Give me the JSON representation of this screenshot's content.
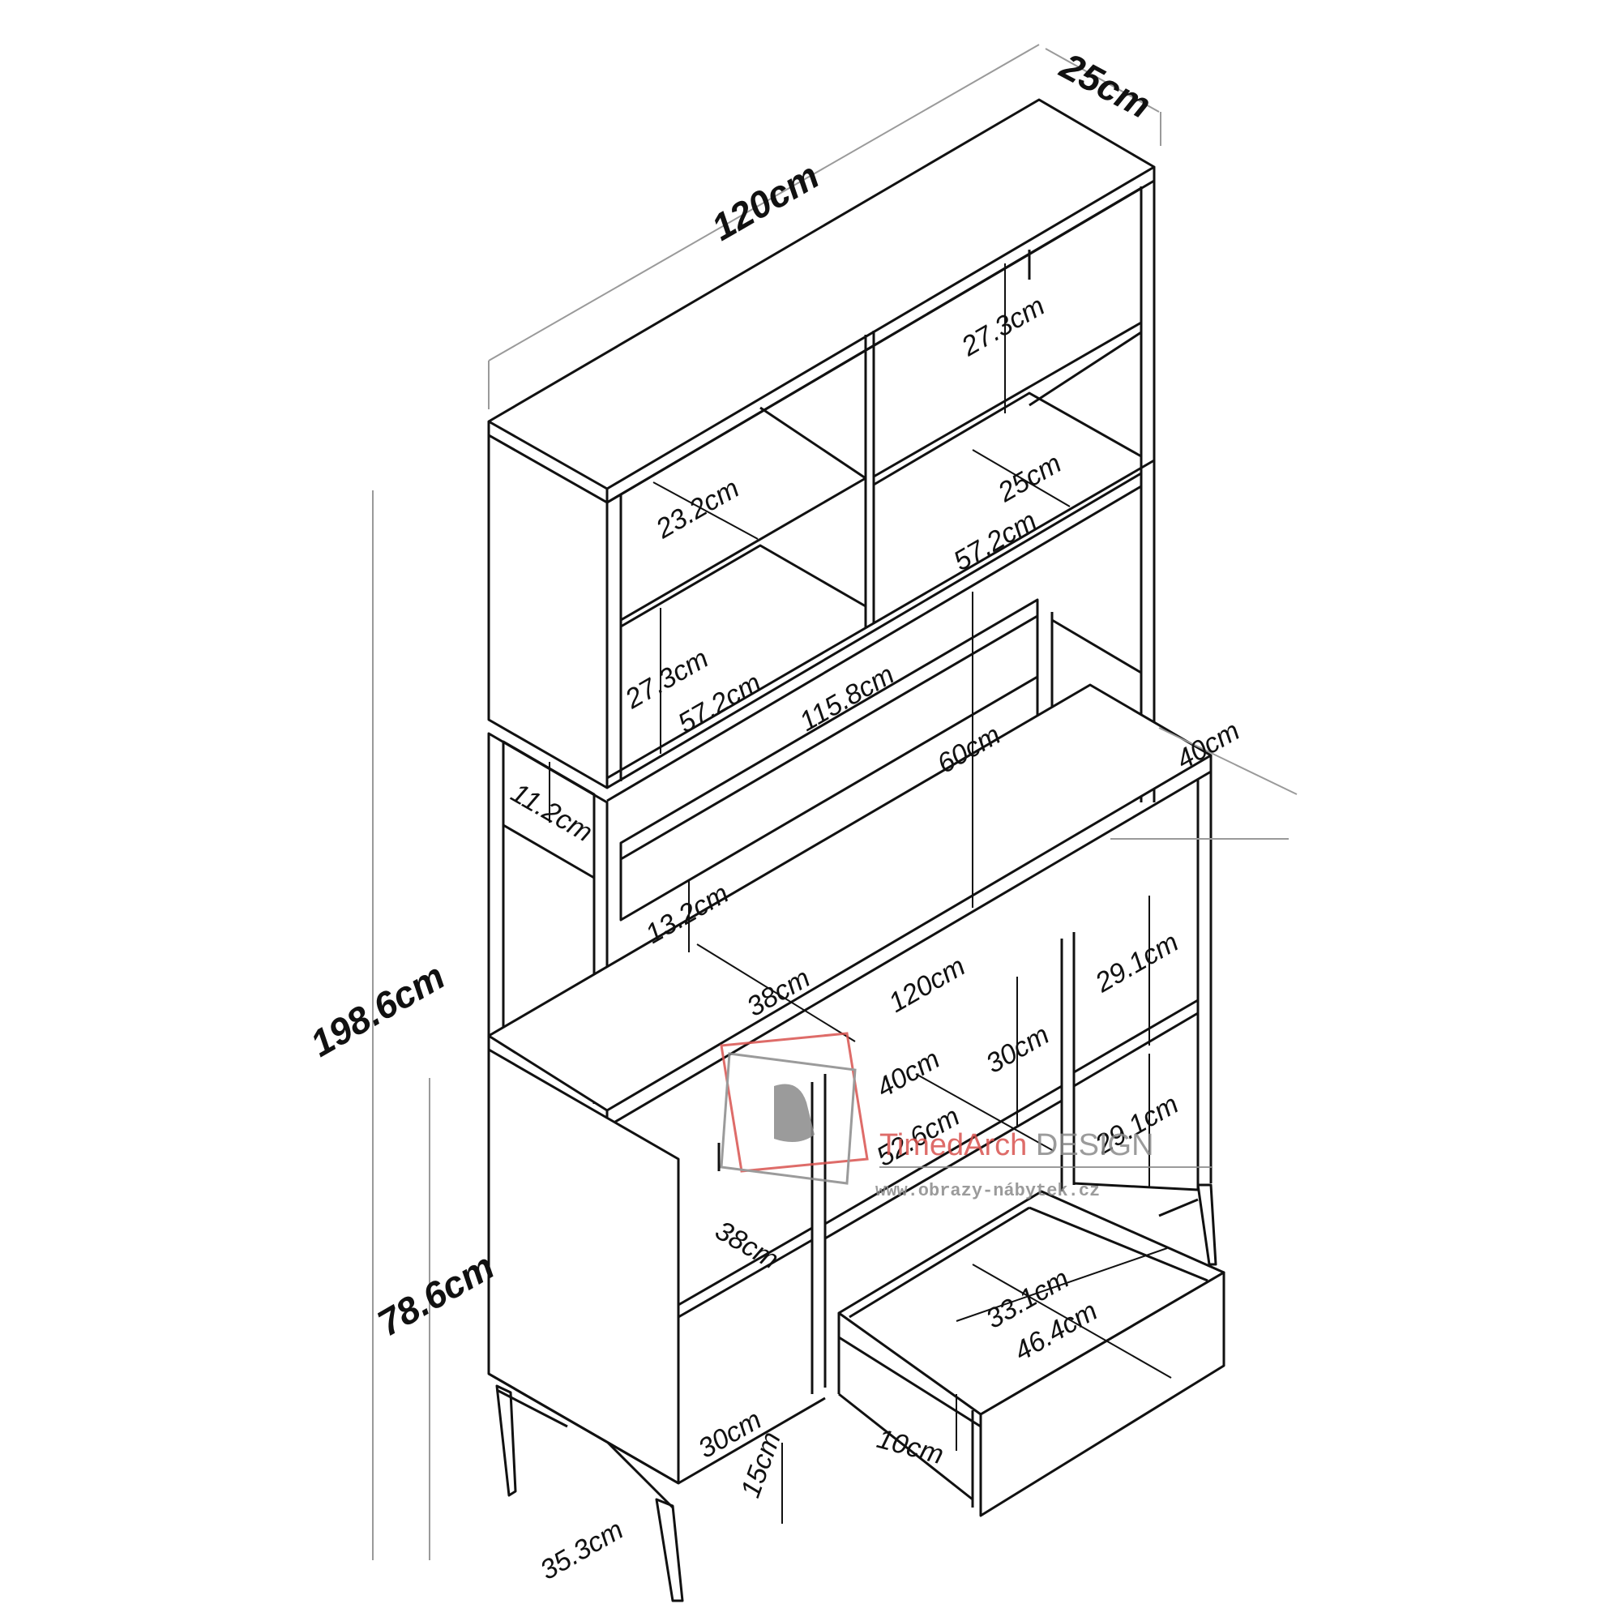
{
  "dimensions": {
    "depth_top": "25cm",
    "width_top": "120cm",
    "height_total": "198.6cm",
    "height_base": "78.6cm",
    "shelf_upper_right": "27.3cm",
    "shelf_upper_left_depth": "23.2cm",
    "shelf_right_depth": "25cm",
    "shelf_right_width": "57.2cm",
    "shelf_left_height": "27.3cm",
    "shelf_left_width": "57.2cm",
    "inner_width": "115.8cm",
    "open_height": "60cm",
    "side_depth": "40cm",
    "small_box_height": "11.2cm",
    "back_board_height": "13.2cm",
    "desk_depth": "38cm",
    "desk_width": "120cm",
    "middle_height": "30cm",
    "middle_depth": "40cm",
    "right_cubby_upper": "29.1cm",
    "right_cubby_lower": "29.1cm",
    "middle_width": "52.6cm",
    "left_cubby_depth": "38cm",
    "drawer_depth": "33.1cm",
    "drawer_width": "46.4cm",
    "drawer_height": "10cm",
    "bottom_cubby_height": "30cm",
    "leg_height": "15cm",
    "leg_depth": "35.3cm"
  },
  "watermark": {
    "brand_a": "TimedArch",
    "brand_b": " DESIGN",
    "url": "www.obrazy-nábytek.cz",
    "color_red": "#d9534f",
    "color_gray": "#8a8a8a"
  },
  "colors": {
    "line": "#111111",
    "guide": "#9a9a9a"
  }
}
